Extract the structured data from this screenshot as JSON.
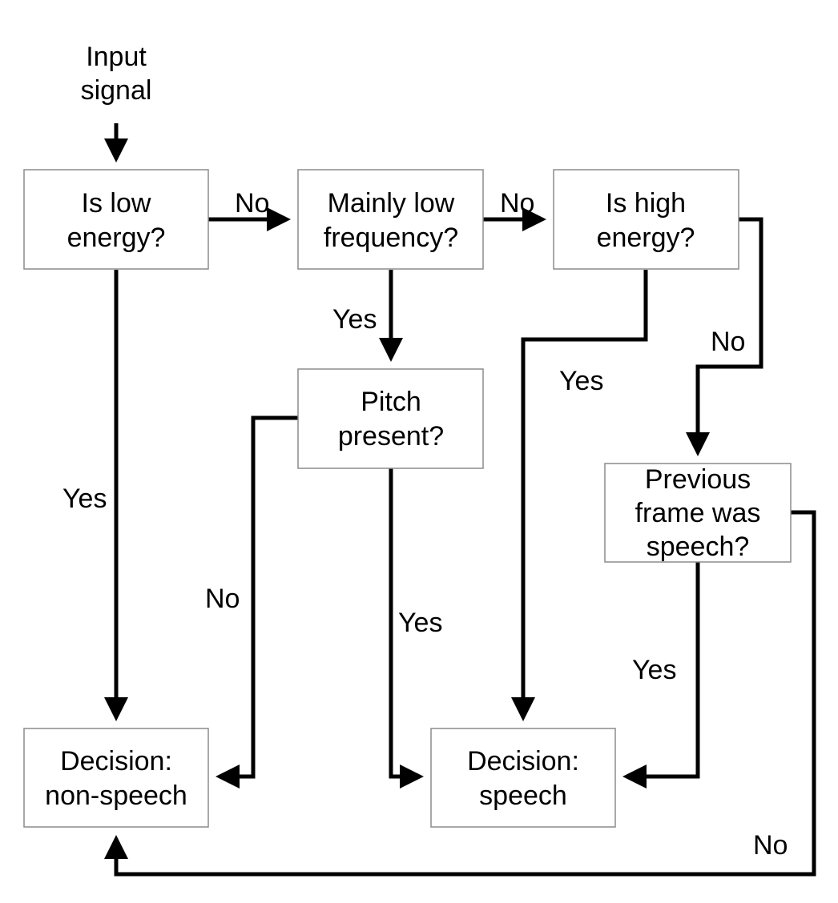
{
  "input": {
    "line1": "Input",
    "line2": "signal"
  },
  "nodes": {
    "low_energy": {
      "line1": "Is low",
      "line2": "energy?"
    },
    "low_frequency": {
      "line1": "Mainly low",
      "line2": "frequency?"
    },
    "high_energy": {
      "line1": "Is high",
      "line2": "energy?"
    },
    "pitch": {
      "line1": "Pitch",
      "line2": "present?"
    },
    "previous_frame": {
      "line1": "Previous",
      "line2": "frame was",
      "line3": "speech?"
    },
    "decision_non_speech": {
      "line1": "Decision:",
      "line2": "non-speech"
    },
    "decision_speech": {
      "line1": "Decision:",
      "line2": "speech"
    }
  },
  "edges": {
    "low_energy_no": "No",
    "low_frequency_no": "No",
    "low_frequency_yes": "Yes",
    "high_energy_yes": "Yes",
    "high_energy_no": "No",
    "low_energy_yes": "Yes",
    "pitch_no": "No",
    "pitch_yes": "Yes",
    "previous_frame_yes": "Yes",
    "previous_frame_no": "No"
  },
  "colors": {
    "connector": "#000000",
    "box_border": "#8c8c8c",
    "background": "#ffffff"
  }
}
